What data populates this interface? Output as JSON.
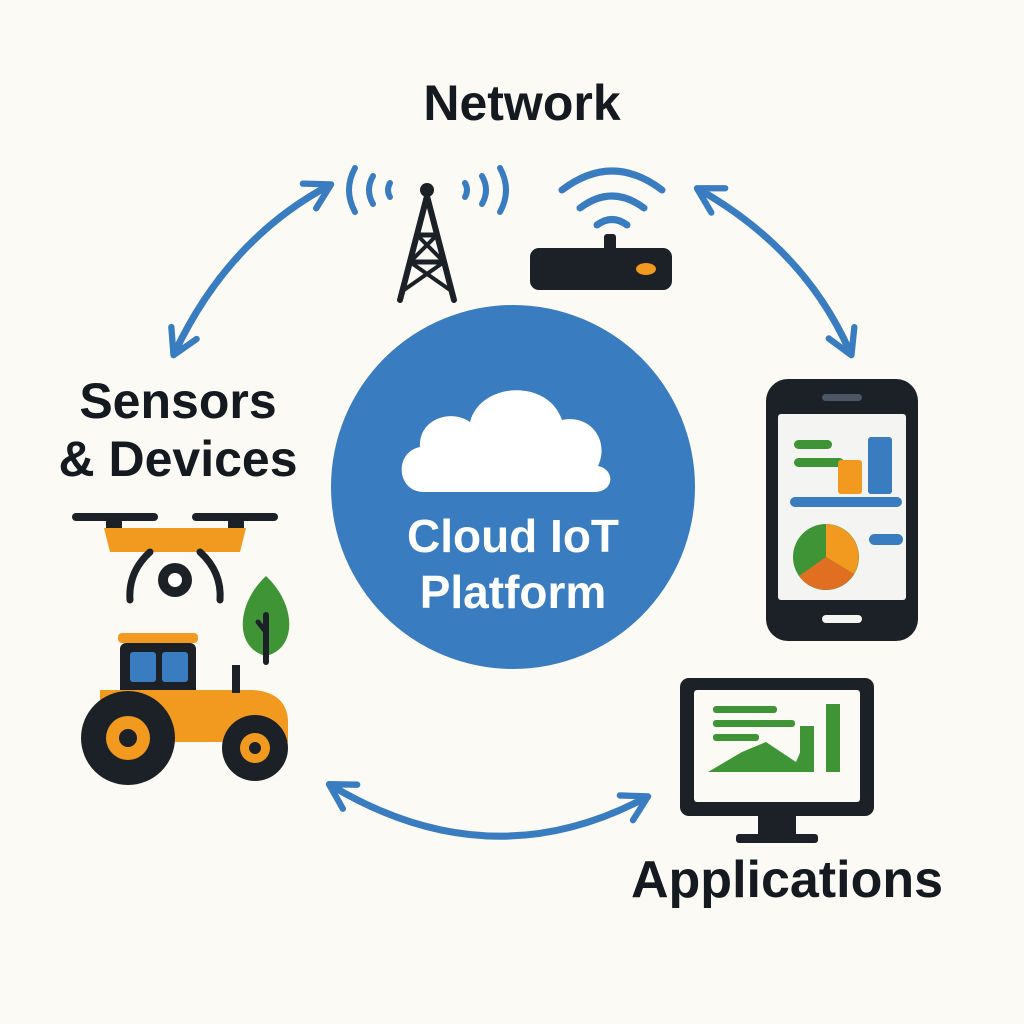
{
  "diagram": {
    "nodes": {
      "network": {
        "label": "Network",
        "icons": [
          "cell-tower-icon",
          "wifi-router-icon"
        ]
      },
      "sensors": {
        "label_line1": "Sensors",
        "label_line2": "& Devices",
        "icons": [
          "drone-icon",
          "tree-icon",
          "tractor-icon"
        ]
      },
      "applications": {
        "label": "Applications",
        "icons": [
          "smartphone-dashboard-icon",
          "monitor-dashboard-icon"
        ]
      },
      "platform": {
        "label_line1": "Cloud IoT",
        "label_line2": "Platform",
        "icons": [
          "cloud-icon"
        ]
      }
    },
    "connections": [
      {
        "from": "sensors",
        "to": "network",
        "direction": "bidirectional"
      },
      {
        "from": "network",
        "to": "applications",
        "direction": "bidirectional"
      },
      {
        "from": "sensors",
        "to": "applications",
        "direction": "bidirectional"
      }
    ]
  },
  "colors": {
    "background": "#fbfaf5",
    "accent_blue": "#3a7cc0",
    "arrow_blue": "#3a7cc0",
    "dark": "#1b2126",
    "orange": "#f29a1f",
    "green": "#3f9436",
    "phone_screen": "#f4f4f2"
  }
}
